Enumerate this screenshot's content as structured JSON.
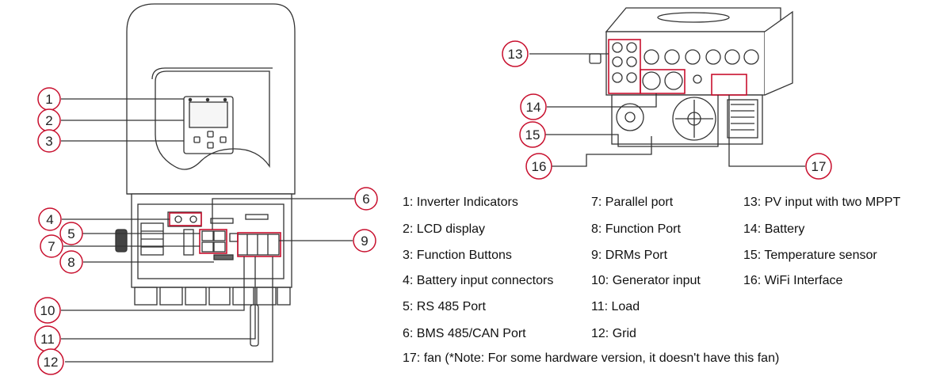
{
  "accent_color": "#c8102e",
  "line_color": "#333333",
  "callouts": [
    "1",
    "2",
    "3",
    "4",
    "5",
    "6",
    "7",
    "8",
    "9",
    "10",
    "11",
    "12",
    "13",
    "14",
    "15",
    "16",
    "17"
  ],
  "legend": [
    "1: Inverter Indicators",
    "2: LCD display",
    "3: Function Buttons",
    "4: Battery input connectors",
    "5: RS 485 Port",
    "6: BMS 485/CAN Port",
    "7: Parallel port",
    "8: Function Port",
    "9: DRMs Port",
    "10: Generator input",
    "11: Load",
    "12: Grid",
    "13: PV input with two MPPT",
    "14: Battery",
    "15: Temperature sensor",
    "16: WiFi Interface",
    "17: fan (*Note: For some hardware version, it doesn't have this fan)"
  ]
}
